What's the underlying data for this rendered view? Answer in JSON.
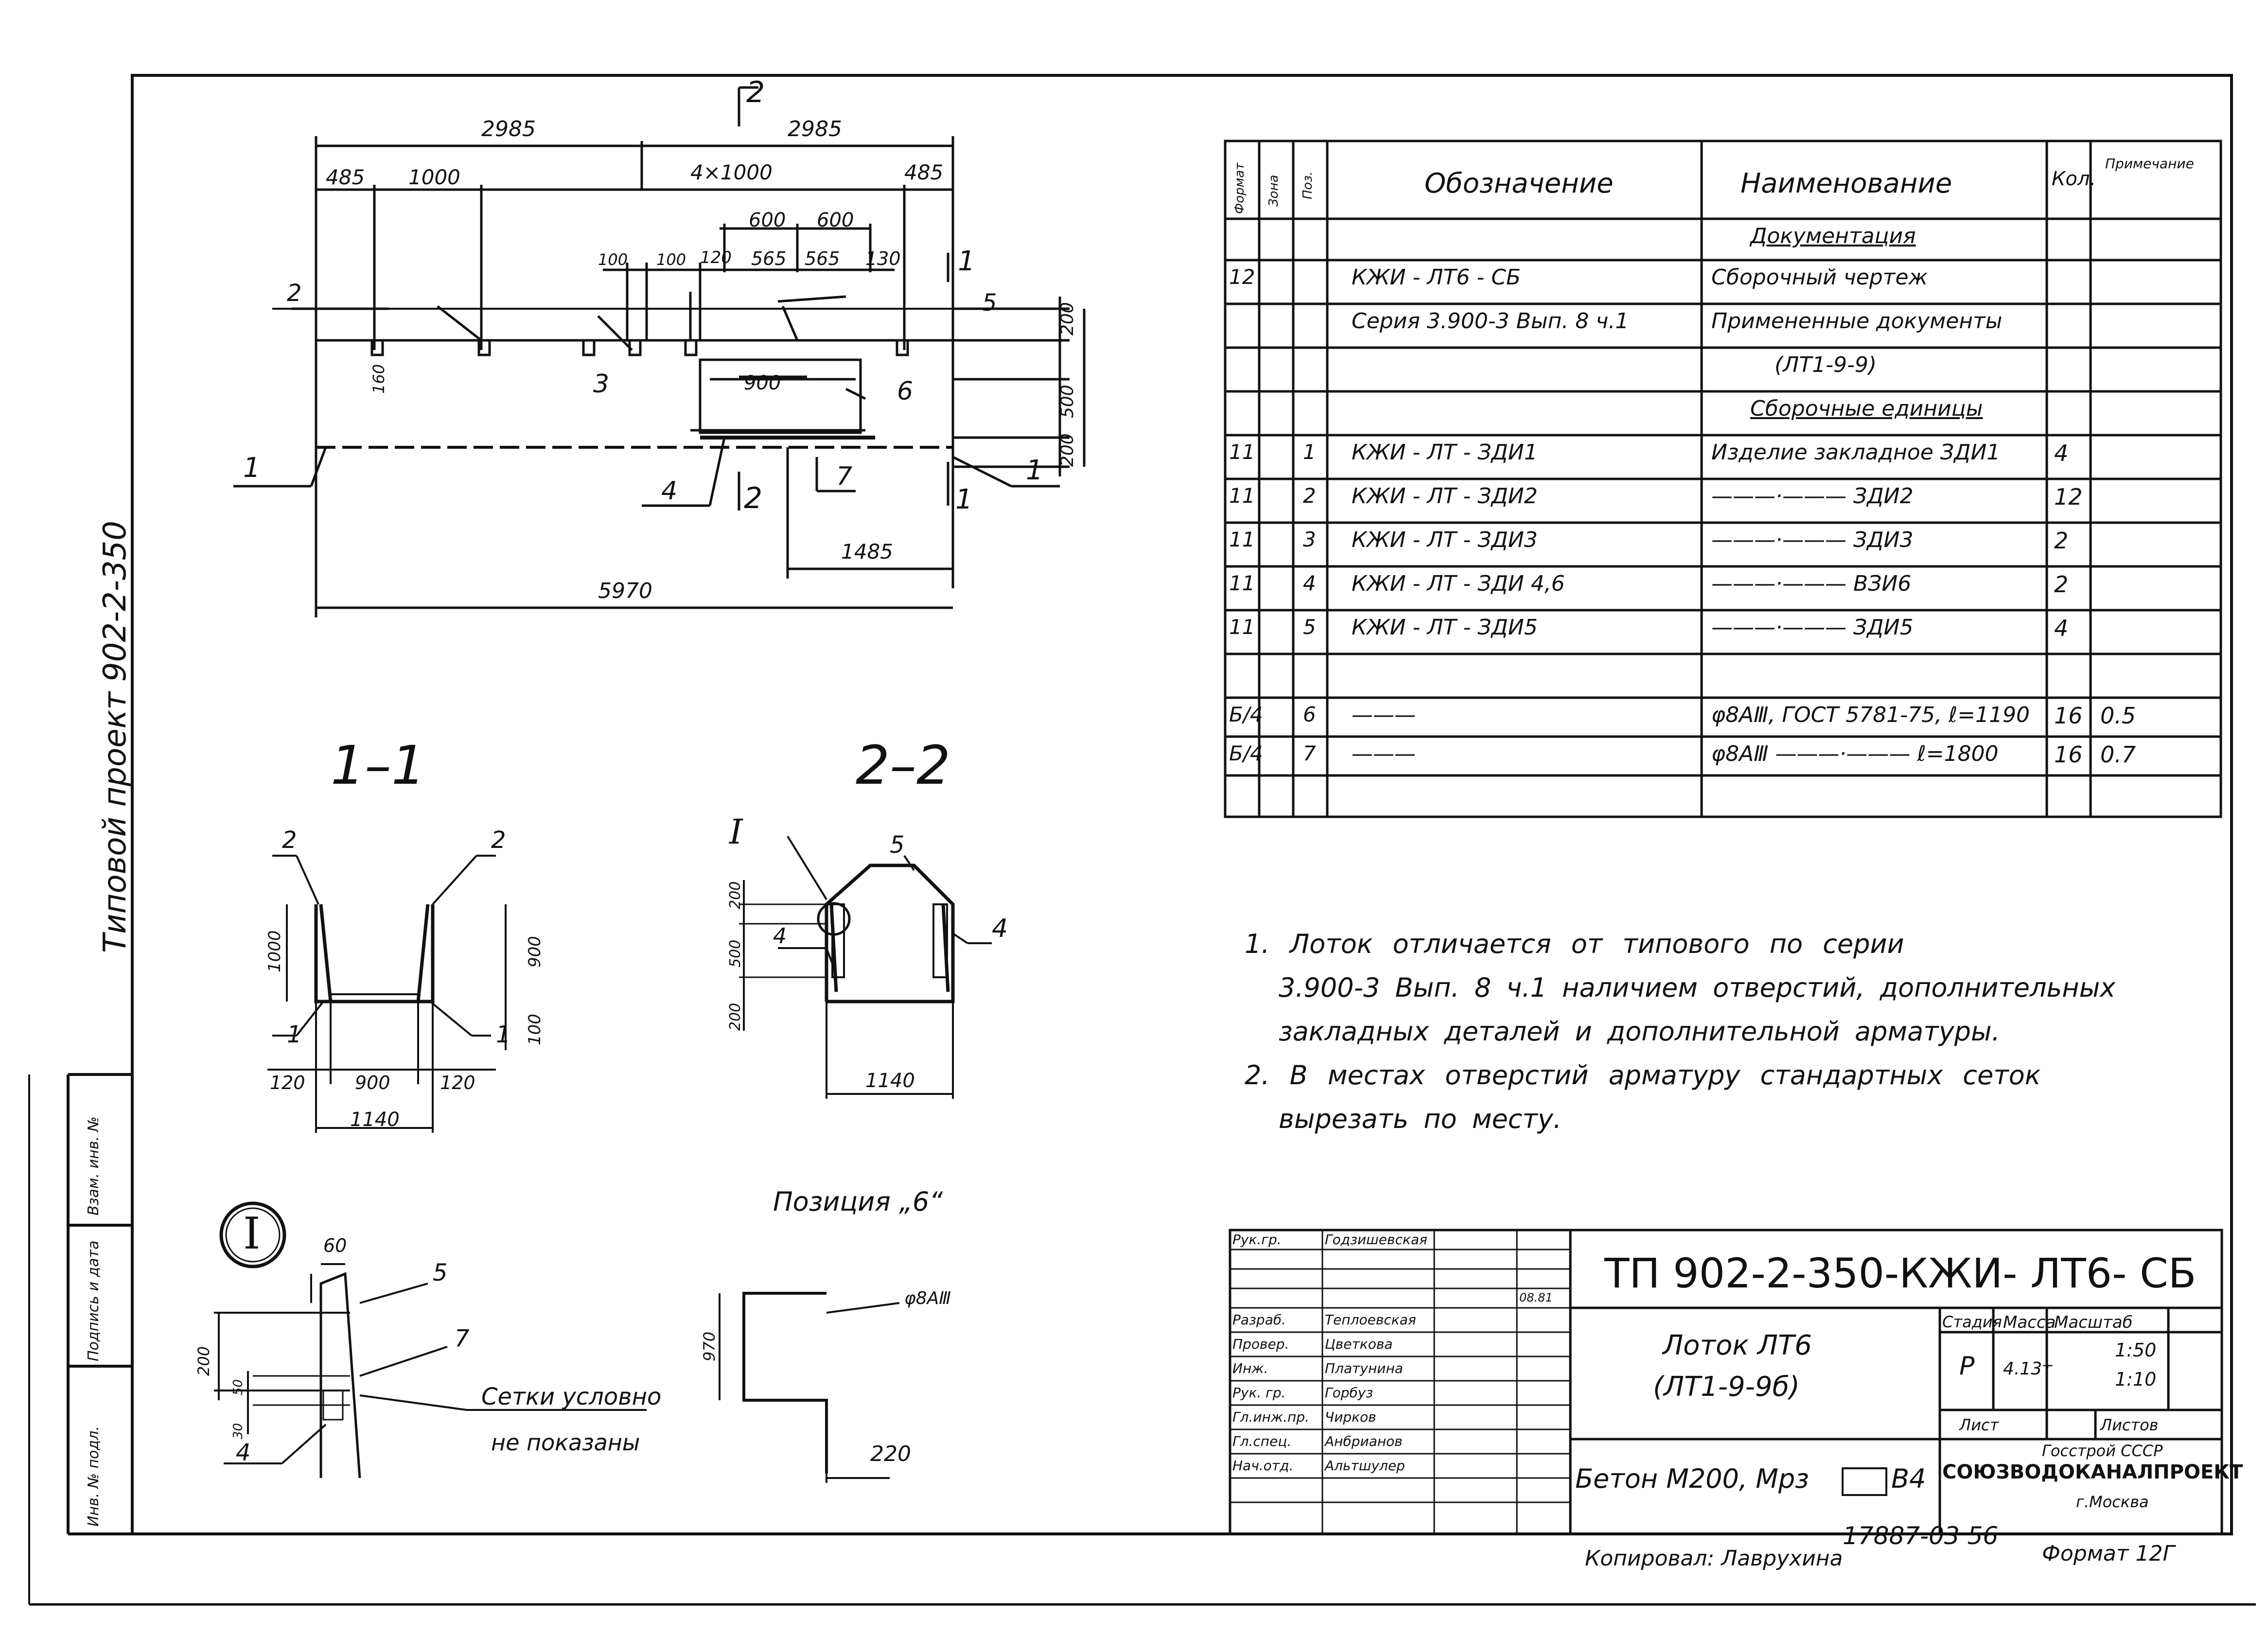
{
  "side": {
    "project": "Типовой проект 902-2-350",
    "col1": "Инв. № подл.",
    "col2": "Подпись и дата",
    "col3": "Взам. инв. №"
  },
  "plan": {
    "dims_top": [
      "2985",
      "2985"
    ],
    "dims_row2": [
      "485",
      "1000",
      "4×1000",
      "485"
    ],
    "dims_600": [
      "600",
      "600"
    ],
    "dims_small": [
      "100",
      "100",
      "120",
      "565",
      "565",
      "130"
    ],
    "dim_900": "900",
    "dim_160": "160",
    "dim_200a": "200",
    "dim_500": "500",
    "dim_200b": "200",
    "dim_1485": "1485",
    "dim_5970": "5970",
    "sec2_top": "2",
    "sec2_bot": "2",
    "sec1_top": "1",
    "sec1_bot": "1",
    "callouts": [
      "2",
      "5",
      "3",
      "6",
      "1",
      "4",
      "7",
      "1"
    ]
  },
  "sec11": {
    "title": "1–1",
    "callouts": [
      "2",
      "2",
      "1",
      "1"
    ],
    "dims": [
      "1000",
      "900",
      "100",
      "120",
      "900",
      "120",
      "1140"
    ]
  },
  "sec22": {
    "title": "2–2",
    "callouts": [
      "I",
      "5",
      "4",
      "4"
    ],
    "dims": [
      "200",
      "500",
      "200",
      "1140"
    ]
  },
  "detailI": {
    "label": "I",
    "dims": [
      "60",
      "200",
      "50",
      "30"
    ],
    "callouts": [
      "5",
      "7",
      "4"
    ],
    "note_line1": "Сетки условно",
    "note_line2": "не показаны"
  },
  "pos6": {
    "title": "Позиция „6“",
    "bar": "φ8АⅢ",
    "dim_v": "970",
    "dim_h": "220"
  },
  "spec": {
    "headers": [
      "Формат",
      "Зона",
      "Поз.",
      "Обозначение",
      "Наименование",
      "Кол.",
      "Примечание"
    ],
    "rows": [
      [
        "",
        "",
        "",
        "",
        "Документация",
        "",
        ""
      ],
      [
        "12",
        "",
        "",
        "КЖИ - ЛТ6 - СБ",
        "Сборочный чертеж",
        "",
        ""
      ],
      [
        "",
        "",
        "",
        "Серия 3.900-3 Вып. 8 ч.1",
        "Примененные документы",
        "",
        ""
      ],
      [
        "",
        "",
        "",
        "",
        "(ЛТ1-9-9)",
        "",
        ""
      ],
      [
        "",
        "",
        "",
        "",
        "Сборочные единицы",
        "",
        ""
      ],
      [
        "11",
        "",
        "1",
        "КЖИ - ЛТ - ЗДИ1",
        "Изделие закладное ЗДИ1",
        "4",
        ""
      ],
      [
        "11",
        "",
        "2",
        "КЖИ - ЛТ - ЗДИ2",
        "———·——— ЗДИ2",
        "12",
        ""
      ],
      [
        "11",
        "",
        "3",
        "КЖИ - ЛТ - ЗДИ3",
        "———·——— ЗДИ3",
        "2",
        ""
      ],
      [
        "11",
        "",
        "4",
        "КЖИ - ЛТ - ЗДИ 4,6",
        "———·——— ВЗИ6",
        "2",
        ""
      ],
      [
        "11",
        "",
        "5",
        "КЖИ - ЛТ - ЗДИ5",
        "———·——— ЗДИ5",
        "4",
        ""
      ],
      [
        "",
        "",
        "",
        "",
        "",
        "",
        ""
      ],
      [
        "Б/4",
        "",
        "6",
        "———",
        "φ8АⅢ, ГОСТ 5781-75, ℓ=1190",
        "16",
        "0.5"
      ],
      [
        "Б/4",
        "",
        "7",
        "———",
        "φ8АⅢ ———·——— ℓ=1800",
        "16",
        "0.7"
      ],
      [
        "",
        "",
        "",
        "",
        "",
        "",
        ""
      ]
    ]
  },
  "notes": [
    "1. Лоток отличается от типового по серии",
    "3.900-3 Вып. 8 ч.1 наличием отверстий, дополнительных",
    "закладных деталей и дополнительной арматуры.",
    "2. В местах отверстий арматуру стандартных сеток",
    "вырезать по месту."
  ],
  "stamp": {
    "code": "ТП 902-2-350-КЖИ- ЛТ6- СБ",
    "title1": "Лоток ЛТ6",
    "title2": "(ЛТ1-9-9б)",
    "stage_h": "Стадия",
    "mass_h": "Масса",
    "scale_h": "Масштаб",
    "stage": "Р",
    "mass": "4.13т",
    "scale1": "1:50",
    "scale2": "1:10",
    "sheet": "Лист",
    "sheets": "Листов",
    "material": "Бетон М200, Мрз",
    "b4": "В4",
    "org1": "Госстрой СССР",
    "org2": "СОЮЗВОДОКАНАЛПРОЕКТ",
    "org3": "г.Москва",
    "date": "08.81",
    "people": [
      [
        "Рук.гр.",
        "Годзишевская"
      ],
      [
        "Разраб.",
        "Теплоевская"
      ],
      [
        "Провер.",
        "Цветкова"
      ],
      [
        "Инж.",
        "Платунина"
      ],
      [
        "Рук. гр.",
        "Горбуз"
      ],
      [
        "Гл.инж.пр.",
        "Чирков"
      ],
      [
        "Гл.спец.",
        "Анбрианов"
      ],
      [
        "Нач.отд.",
        "Альтшулер"
      ]
    ]
  },
  "footer": {
    "copied": "Копировал: Лаврухина",
    "number": "17887-03 56",
    "format": "Формат 12Г"
  }
}
